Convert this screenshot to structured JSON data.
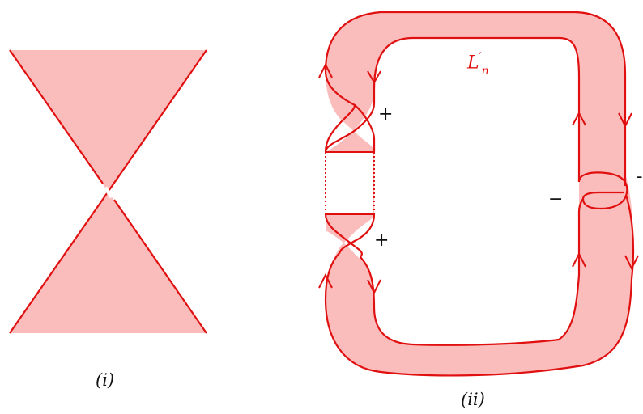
{
  "panels": [
    {
      "caption": "(i)"
    },
    {
      "caption": "(ii)"
    }
  ],
  "link_label": {
    "base": "L",
    "prime": "′",
    "subscript": "n"
  },
  "crossing_signs": {
    "left_top": "+",
    "left_bottom": "+",
    "right_minus": "−",
    "right_edge": "-"
  },
  "colors": {
    "stroke": "#e01010",
    "fill": "#fbbcbc",
    "text": "#111111"
  }
}
